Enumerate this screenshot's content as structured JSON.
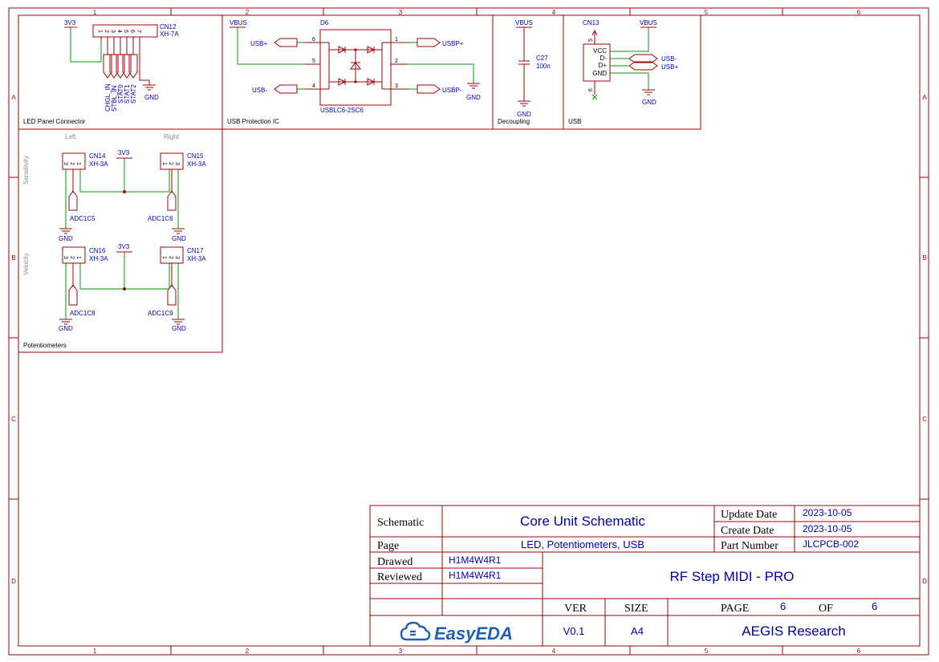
{
  "sheet": {
    "cols": [
      "1",
      "2",
      "3",
      "4",
      "5",
      "6"
    ],
    "rows": [
      "A",
      "B",
      "C",
      "D"
    ]
  },
  "blocks": {
    "led": "LED Panel Connector",
    "usbprot": "USB Protection IC",
    "decoup": "Decoupling",
    "usb": "USB",
    "pots": "Potentiometers"
  },
  "cn12": {
    "ref": "CN12",
    "value": "XH-7A",
    "power": "3V3",
    "pins": [
      "1",
      "2",
      "3",
      "4",
      "5",
      "6",
      "7"
    ],
    "nets": [
      "CHGL_IN",
      "STBL_IN",
      "STAT0",
      "STAT1",
      "STAT2"
    ],
    "gnd": "GND"
  },
  "d6": {
    "ref": "D6",
    "value": "USBLC6-2SC6",
    "power": "VBUS",
    "pins_left": [
      "6",
      "5",
      "4"
    ],
    "pins_right": [
      "1",
      "2",
      "3"
    ],
    "in_pos": "USB+",
    "in_neg": "USB-",
    "out_pos": "USBP+",
    "out_neg": "USBP-",
    "gnd": "GND"
  },
  "c27": {
    "ref": "C27",
    "value": "100n",
    "power": "VBUS",
    "gnd": "GND"
  },
  "cn13": {
    "ref": "CN13",
    "power": "VBUS",
    "pins": [
      "VCC",
      "D-",
      "D+",
      "GND"
    ],
    "pin_top": "5",
    "pin_bottom": "6",
    "net_neg": "USB-",
    "net_pos": "USB+",
    "gnd": "GND"
  },
  "pots": {
    "left": "Left",
    "right": "Right",
    "sens": "Sensitivity",
    "vel": "Velocity",
    "power": "3V3",
    "gnd": "GND",
    "pin_labels": [
      "3",
      "2",
      "1"
    ],
    "cn14": {
      "ref": "CN14",
      "value": "XH-3A",
      "net": "ADC1C5"
    },
    "cn15": {
      "ref": "CN15",
      "value": "XH-3A",
      "net": "ADC1C6"
    },
    "cn16": {
      "ref": "CN16",
      "value": "XH-3A",
      "net": "ADC1C8"
    },
    "cn17": {
      "ref": "CN17",
      "value": "XH-3A",
      "net": "ADC1C9"
    }
  },
  "titleblock": {
    "schematic_label": "Schematic",
    "schematic": "Core Unit Schematic",
    "update_label": "Update Date",
    "update": "2023-10-05",
    "create_label": "Create Date",
    "create": "2023-10-05",
    "page_label": "Page",
    "page": "LED, Potentiometers, USB",
    "part_label": "Part Number",
    "part": "JLCPCB-002",
    "drawed_label": "Drawed",
    "drawed": "H1M4W4R1",
    "reviewed_label": "Reviewed",
    "reviewed": "H1M4W4R1",
    "project": "RF Step MIDI - PRO",
    "ver_label": "VER",
    "ver": "V0.1",
    "size_label": "SIZE",
    "size": "A4",
    "pagenum_label": "PAGE",
    "pagenum": "6",
    "of_label": "OF",
    "of": "6",
    "company": "AEGIS Research",
    "logo": "EasyEDA"
  },
  "colors": {
    "frame": "#990000",
    "part": "#a00000",
    "wire": "#009900",
    "label": "#0000aa",
    "text": "#000000",
    "muted": "#8a8a8a",
    "logo": "#1f5fb5"
  }
}
